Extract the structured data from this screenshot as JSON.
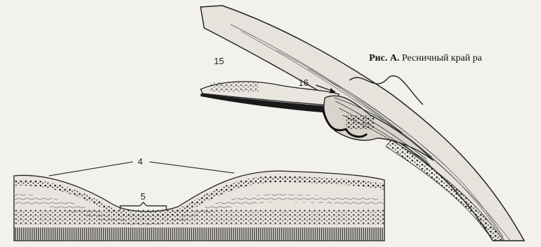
{
  "caption": {
    "prefix": "Рис. А.",
    "text": "Ресничный край ра"
  },
  "labels": {
    "l15": "15",
    "l16": "16",
    "l4": "4",
    "l5": "5"
  }
}
